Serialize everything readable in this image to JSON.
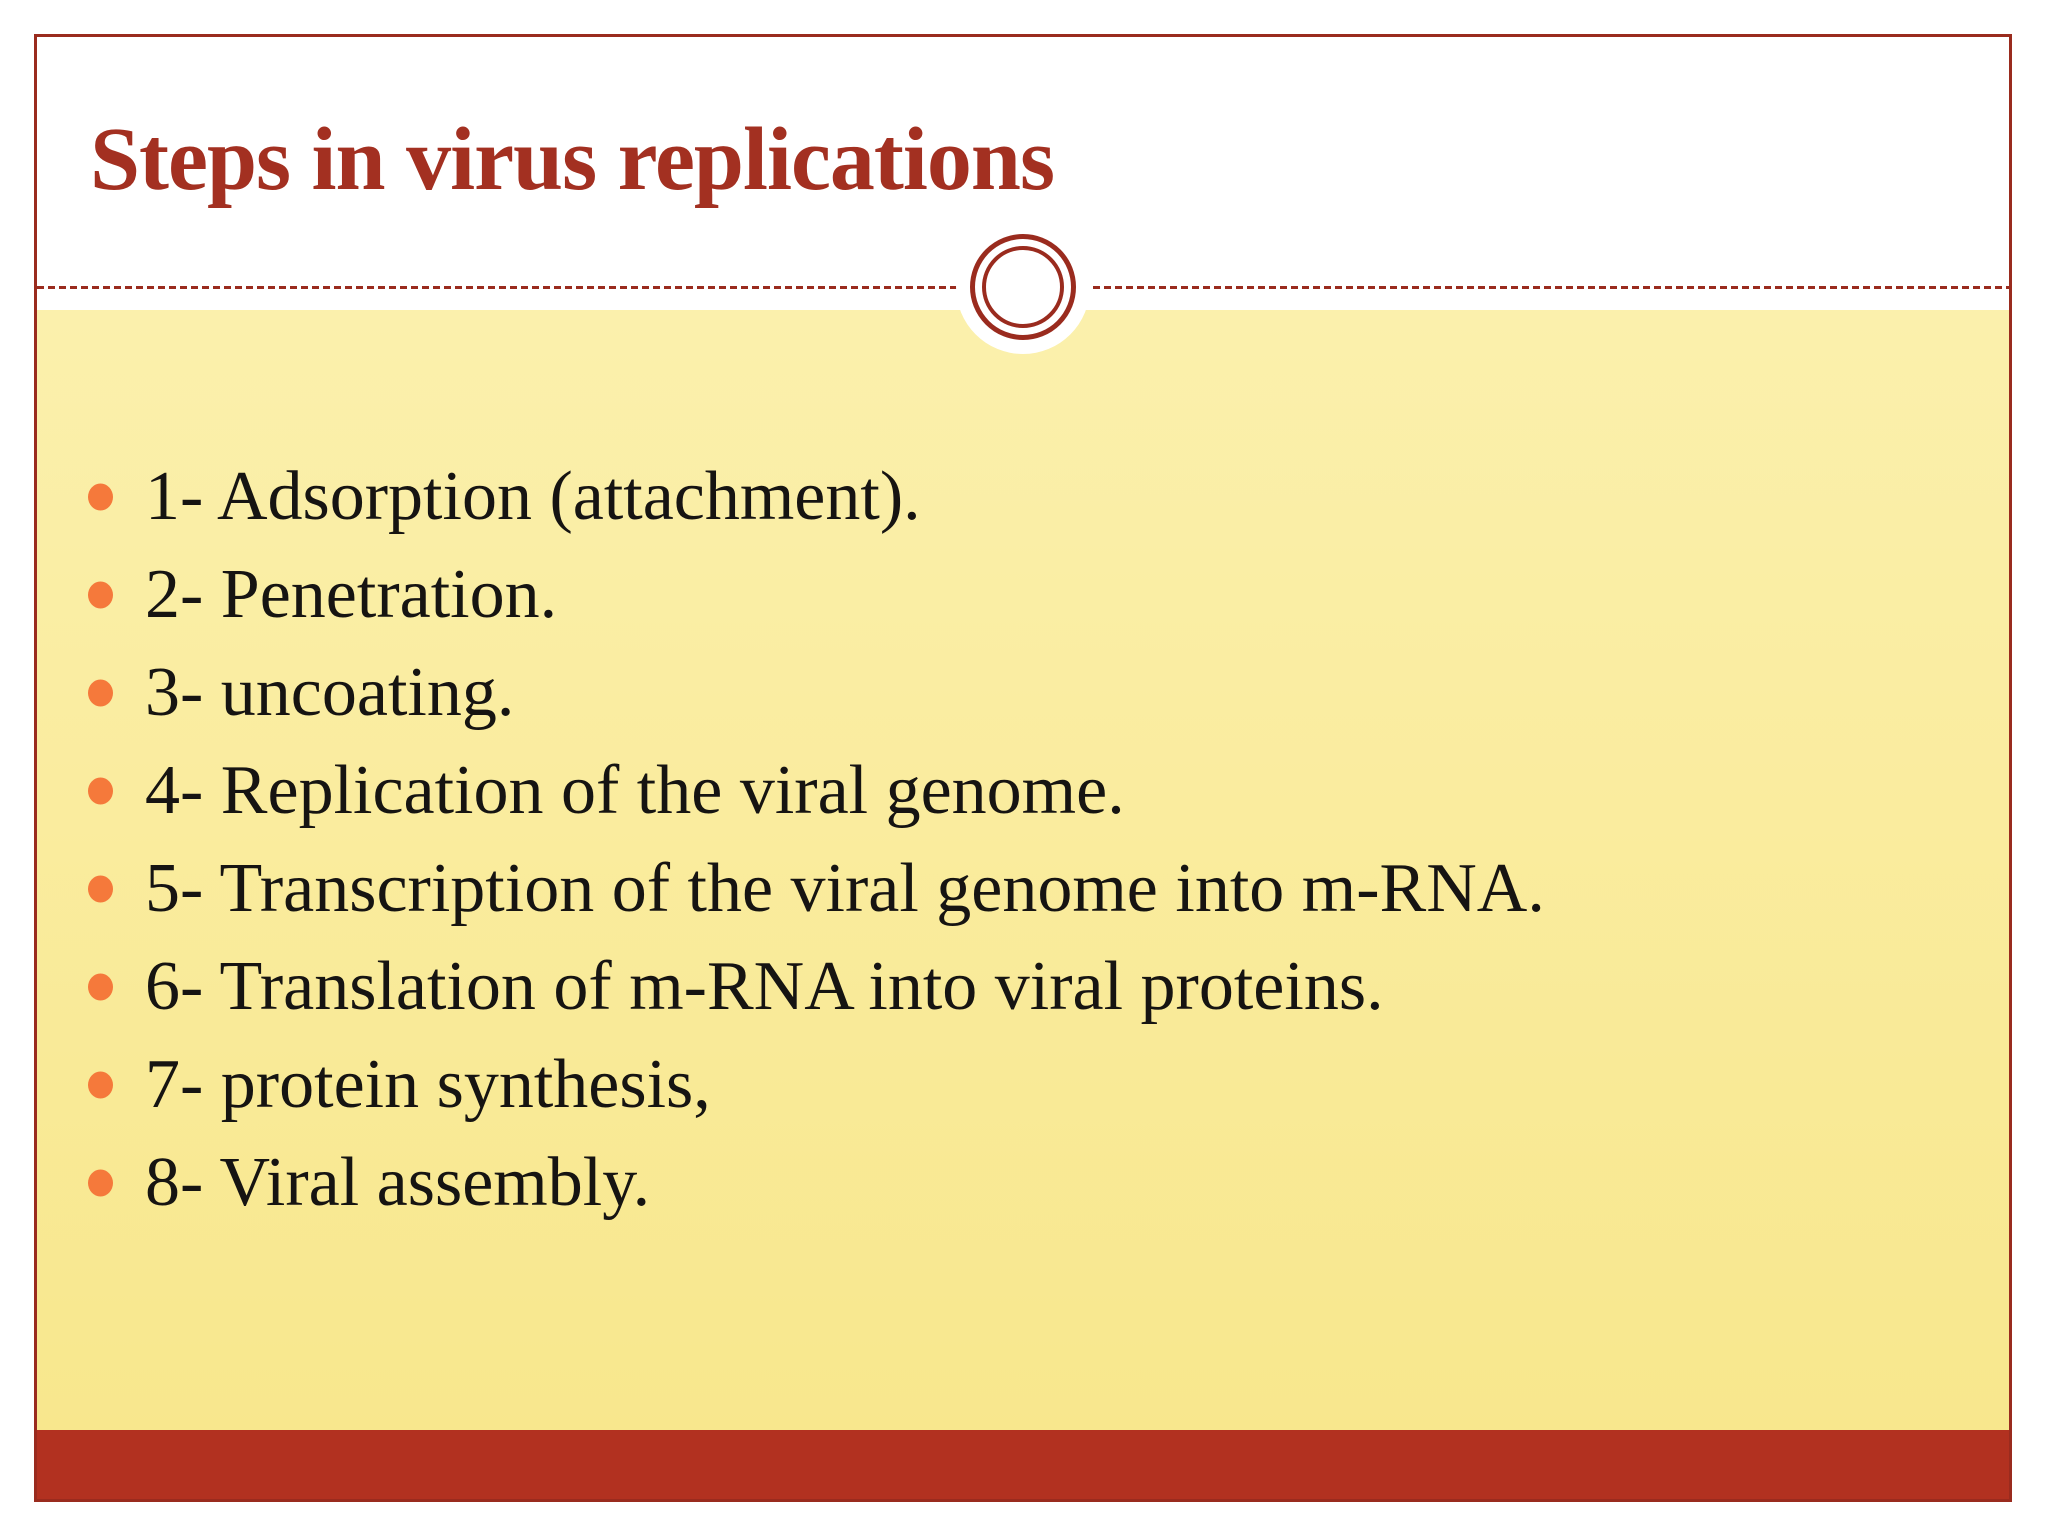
{
  "slide": {
    "title": "Steps in virus replications",
    "bullets": [
      "1- Adsorption (attachment).",
      "2- Penetration.",
      "3- uncoating.",
      "4- Replication of the viral genome.",
      "5- Transcription of the viral genome into m-RNA.",
      "6- Translation of m-RNA into viral proteins.",
      "7- protein synthesis,",
      "8- Viral assembly."
    ],
    "colors": {
      "accent_red": "#9A2B1E",
      "title_red": "#A33021",
      "footer_red": "#B23120",
      "body_yellow_top": "#FBF0AC",
      "body_yellow_bottom": "#F8E78D",
      "bullet_orange": "#F5793B",
      "text_black": "#161412"
    }
  }
}
